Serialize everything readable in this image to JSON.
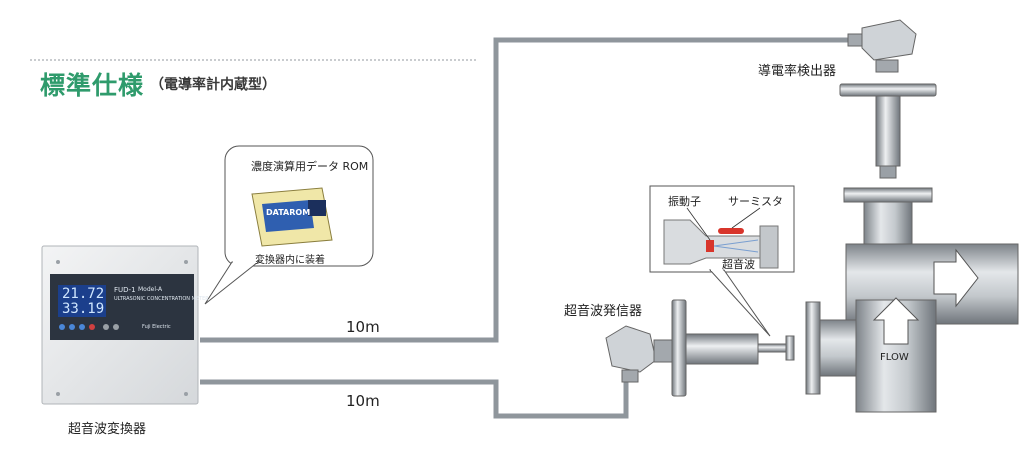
{
  "title": {
    "main": "標準仕様",
    "sub": "（電導率計内蔵型）"
  },
  "components": {
    "conductivity_sensor": "導電率検出器",
    "ultrasonic_transmitter": "超音波発信器",
    "ultrasonic_converter": "超音波変換器"
  },
  "converter_panel": {
    "model": "FUD-1",
    "model_suffix": "Model-A",
    "caption": "ULTRASONIC CONCENTRATION METER",
    "display_line1": "21.72",
    "display_line2": "33.19",
    "brand": "Fuji Electric"
  },
  "rom_callout": {
    "title": "濃度演算用データ ROM",
    "chip_label": "DATAROM",
    "note": "変換器内に装着"
  },
  "detail_callout": {
    "vibrator": "振動子",
    "thermistor": "サーミスタ",
    "ultrasonic_wave": "超音波"
  },
  "cables": {
    "upper_length": "10m",
    "lower_length": "10m"
  },
  "pipe": {
    "flow_label": "FLOW"
  },
  "colors": {
    "title_green": "#2f9b6c",
    "cable": "#8f969c",
    "pipe": "#a9aeb3",
    "screen": "#1b3f8c",
    "thermistor_red": "#d8352b"
  }
}
